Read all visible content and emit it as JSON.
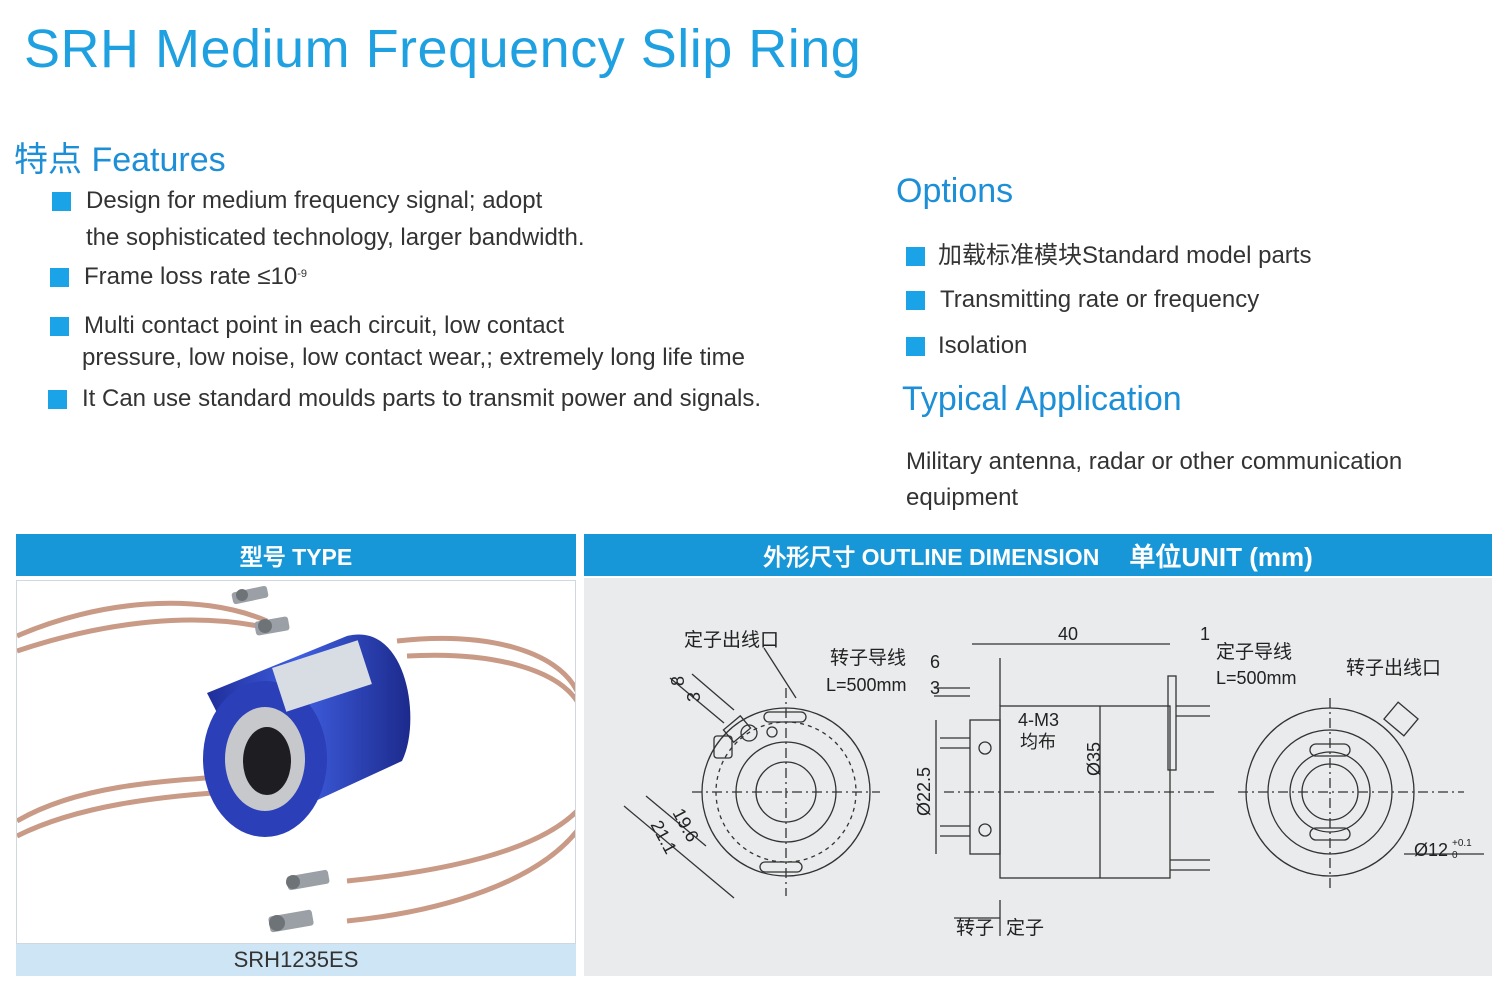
{
  "title": "SRH Medium Frequency Slip Ring",
  "features": {
    "heading": "特点 Features",
    "items": [
      {
        "line1": "Design for medium frequency signal; adopt",
        "line2": "the sophisticated technology, larger bandwidth."
      },
      {
        "line1": "Frame loss rate ≤10",
        "sup": "-9"
      },
      {
        "line1": "Multi contact point in each circuit, low contact",
        "line2": "pressure, low noise, low contact wear,; extremely long life time"
      },
      {
        "line1": "It Can use standard moulds parts to transmit power and signals."
      }
    ]
  },
  "options": {
    "heading": "Options",
    "items": [
      "加载标准模块Standard model parts",
      "Transmitting rate or frequency",
      "Isolation"
    ]
  },
  "application": {
    "heading": "Typical Application",
    "text": "Military antenna, radar or other communication equipment"
  },
  "type_section": {
    "header": "型号 TYPE",
    "model": "SRH1235ES"
  },
  "dimension_section": {
    "header": "外形尺寸 OUTLINE DIMENSION",
    "unit": "单位UNIT (mm)",
    "labels": {
      "stator_outlet": "定子出线口",
      "rotor_wire": "转子导线",
      "rotor_wire_length": "L=500mm",
      "stator_wire": "定子导线",
      "stator_wire_length": "L=500mm",
      "rotor_outlet": "转子出线口",
      "screw": "4-M3",
      "screw_note": "均布",
      "rotor": "转子",
      "stator": "定子"
    },
    "dimensions": {
      "d8": "8",
      "d3a": "3",
      "d6": "6",
      "d3b": "3",
      "d40": "40",
      "d1": "1",
      "d19_6": "19.6",
      "d21_1": "21.1",
      "dia22_5": "Ø22.5",
      "dia35": "Ø35",
      "dia12": "Ø12",
      "tol_upper": "+0.1",
      "tol_lower": "0"
    }
  },
  "colors": {
    "accent": "#1fa0e0",
    "bullet": "#1aa3e6",
    "header_bar": "#1797d8",
    "caption_bg": "#cde5f4",
    "body_blue": "#2f4bc4"
  }
}
